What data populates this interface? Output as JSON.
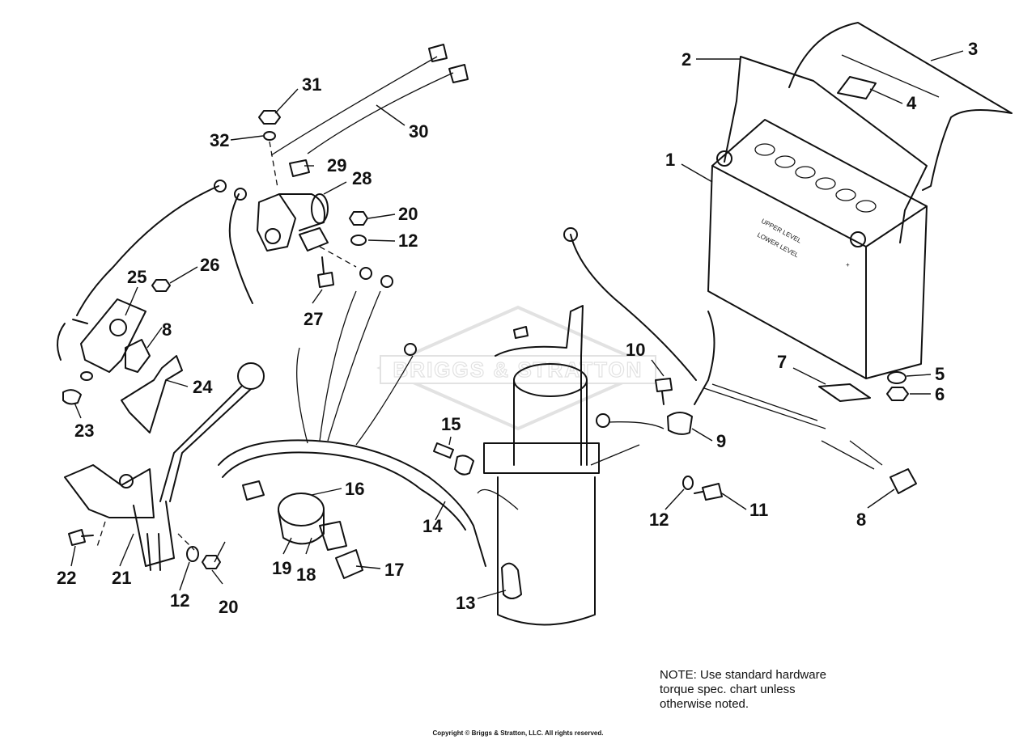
{
  "diagram": {
    "watermark": {
      "text": "BRIGGS & STRATTON"
    },
    "battery_labels": {
      "upper": "UPPER LEVEL",
      "lower": "LOWER LEVEL",
      "plus": "+"
    },
    "callouts": [
      {
        "id": "c1",
        "label": "1"
      },
      {
        "id": "c2",
        "label": "2"
      },
      {
        "id": "c3",
        "label": "3"
      },
      {
        "id": "c4",
        "label": "4"
      },
      {
        "id": "c5",
        "label": "5"
      },
      {
        "id": "c6",
        "label": "6"
      },
      {
        "id": "c7",
        "label": "7"
      },
      {
        "id": "c8a",
        "label": "8"
      },
      {
        "id": "c8b",
        "label": "8"
      },
      {
        "id": "c9",
        "label": "9"
      },
      {
        "id": "c10",
        "label": "10"
      },
      {
        "id": "c11",
        "label": "11"
      },
      {
        "id": "c12a",
        "label": "12"
      },
      {
        "id": "c12b",
        "label": "12"
      },
      {
        "id": "c12c",
        "label": "12"
      },
      {
        "id": "c13",
        "label": "13"
      },
      {
        "id": "c14",
        "label": "14"
      },
      {
        "id": "c15",
        "label": "15"
      },
      {
        "id": "c16",
        "label": "16"
      },
      {
        "id": "c17",
        "label": "17"
      },
      {
        "id": "c18",
        "label": "18"
      },
      {
        "id": "c19",
        "label": "19"
      },
      {
        "id": "c20a",
        "label": "20"
      },
      {
        "id": "c20b",
        "label": "20"
      },
      {
        "id": "c21",
        "label": "21"
      },
      {
        "id": "c22",
        "label": "22"
      },
      {
        "id": "c23",
        "label": "23"
      },
      {
        "id": "c24",
        "label": "24"
      },
      {
        "id": "c25",
        "label": "25"
      },
      {
        "id": "c26",
        "label": "26"
      },
      {
        "id": "c27",
        "label": "27"
      },
      {
        "id": "c28",
        "label": "28"
      },
      {
        "id": "c29",
        "label": "29"
      },
      {
        "id": "c30",
        "label": "30"
      },
      {
        "id": "c31",
        "label": "31"
      },
      {
        "id": "c32",
        "label": "32"
      }
    ]
  },
  "note": {
    "line1": "NOTE: Use standard hardware",
    "line2": "torque spec. chart unless",
    "line3": "otherwise noted."
  },
  "copyright": "Copyright © Briggs & Stratton, LLC. All rights reserved."
}
